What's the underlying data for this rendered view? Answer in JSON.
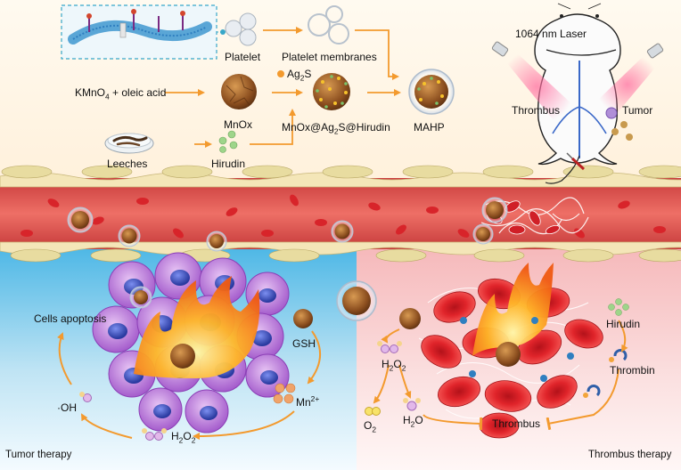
{
  "synthesis": {
    "platelet": "Platelet",
    "platelet_membranes": "Platelet membranes",
    "kmno4_prefix": "KMnO",
    "kmno4_sub": "4",
    "kmno4_suffix": " + oleic acid",
    "mnox": "MnOx",
    "ag2s_prefix": "Ag",
    "ag2s_sub": "2",
    "ag2s_suffix": "S",
    "mnox_ag2s_prefix": "MnOx@Ag",
    "mnox_ag2s_sub": "2",
    "mnox_ag2s_suffix": "S@Hirudin",
    "mahp": "MAHP",
    "leeches": "Leeches",
    "hirudin": "Hirudin"
  },
  "mouse": {
    "laser": "1064 nm Laser",
    "thrombus": "Thrombus",
    "tumor": "Tumor"
  },
  "tumor_panel": {
    "cells_apoptosis": "Cells apoptosis",
    "gsh": "GSH",
    "mn_prefix": "Mn",
    "mn_sup": "2+",
    "oh": "·OH",
    "h2o2_prefix": "H",
    "h2o2_sub1": "2",
    "h2o2_mid": "O",
    "h2o2_sub2": "2",
    "title": "Tumor therapy"
  },
  "thrombus_panel": {
    "hirudin": "Hirudin",
    "thrombin": "Thrombin",
    "h2o2_prefix": "H",
    "h2o2_sub1": "2",
    "h2o2_mid": "O",
    "h2o2_sub2": "2",
    "o2_prefix": "O",
    "o2_sub": "2",
    "h2o_prefix": "H",
    "h2o_sub": "2",
    "h2o_suffix": "O",
    "thrombus": "Thrombus",
    "title": "Thrombus therapy"
  },
  "colors": {
    "arrow": "#f39a2e",
    "vessel": "#d9534f",
    "tumor_bg": "#5bc0e8",
    "thrombus_bg": "#f7c6c6",
    "rbc": "#e0242a",
    "cancer_cell": "#b36ad6",
    "nucleus": "#3d4fb8"
  }
}
